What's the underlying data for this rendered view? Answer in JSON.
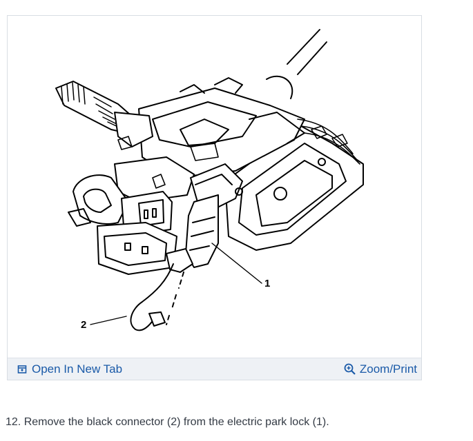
{
  "figure": {
    "callouts": {
      "one": "1",
      "two": "2"
    },
    "footer": {
      "open_new_tab_label": "Open In New Tab",
      "zoom_print_label": "Zoom/Print"
    },
    "icons": {
      "open_new_tab": "open-new-tab-icon",
      "zoom": "zoom-in-icon"
    }
  },
  "caption": {
    "text": "12. Remove the black connector (2) from the electric park lock (1)."
  },
  "colors": {
    "link": "#1a5aa8",
    "footer_bg": "#eef1f5",
    "border": "#d8dde3",
    "caption_text": "#333a44"
  }
}
